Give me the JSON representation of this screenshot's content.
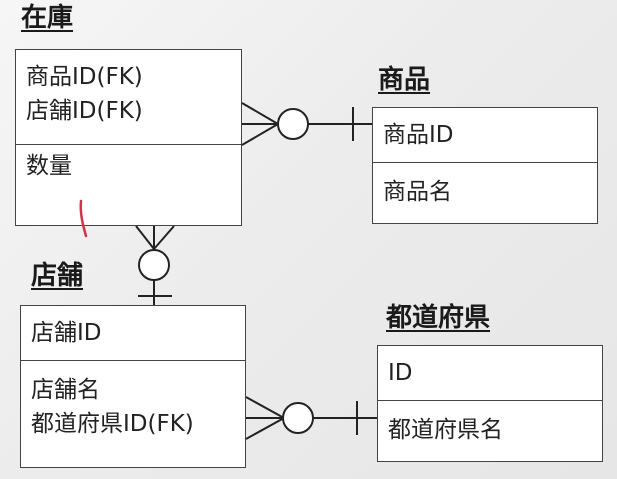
{
  "entities": {
    "zaiko": {
      "title": "在庫",
      "pk": [
        "商品ID(FK)",
        "店舗ID(FK)"
      ],
      "attrs": [
        "数量"
      ]
    },
    "shohin": {
      "title": "商品",
      "pk": [
        "商品ID"
      ],
      "attrs": [
        "商品名"
      ]
    },
    "tenpo": {
      "title": "店舗",
      "pk": [
        "店舗ID"
      ],
      "attrs": [
        "店舗名",
        "都道府県ID(FK)"
      ]
    },
    "todofuken": {
      "title": "都道府県",
      "pk": [
        "ID"
      ],
      "attrs": [
        "都道府県名"
      ]
    }
  },
  "relationships": [
    {
      "from": "zaiko",
      "to": "shohin",
      "from_end": "zero-or-many",
      "to_end": "one"
    },
    {
      "from": "zaiko",
      "to": "tenpo",
      "from_end": "zero-or-many",
      "to_end": "one"
    },
    {
      "from": "tenpo",
      "to": "todofuken",
      "from_end": "zero-or-many",
      "to_end": "one"
    }
  ],
  "colors": {
    "line": "#222222",
    "border": "#444444",
    "box": "#ffffff",
    "mark": "#d2334a"
  }
}
